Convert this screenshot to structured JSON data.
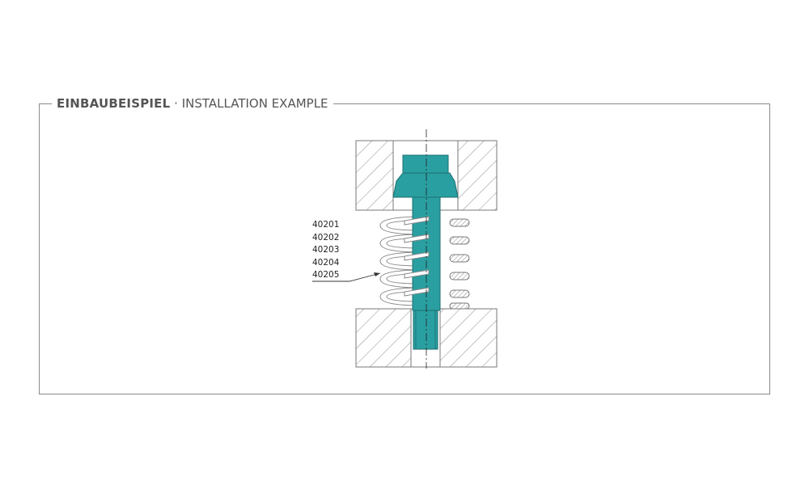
{
  "header": {
    "title_bold": "EINBAUBEISPIEL",
    "separator": "·",
    "title_light": "INSTALLATION EXAMPLE"
  },
  "parts": {
    "numbers": [
      "40201",
      "40202",
      "40203",
      "40204",
      "40205"
    ]
  },
  "colors": {
    "component": "#2a9fa1",
    "component_outline": "#1b6f70",
    "hatch": "#888888",
    "frame": "#8a8a8a"
  }
}
